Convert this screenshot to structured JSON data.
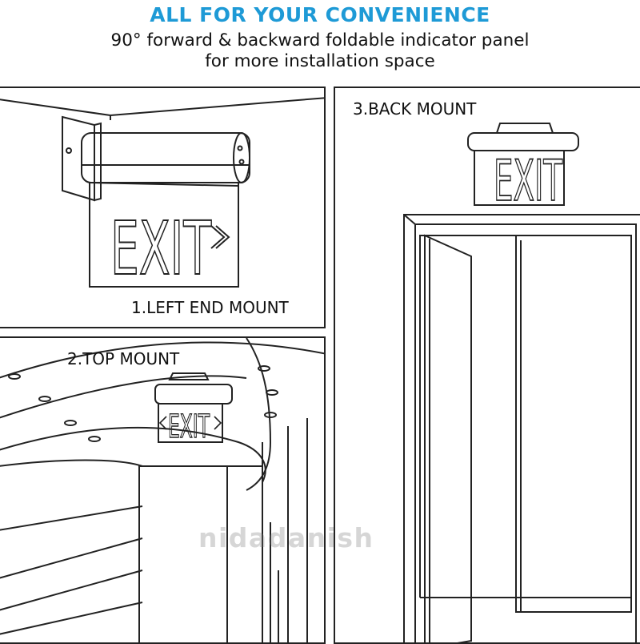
{
  "header": {
    "title": "ALL FOR YOUR CONVENIENCE",
    "subtitle_line1": "90° forward & backward foldable indicator panel",
    "subtitle_line2": "for more installation space"
  },
  "panels": {
    "left_end": {
      "label": "1.LEFT END MOUNT",
      "sign_text": "EXIT",
      "arrow": "right"
    },
    "top": {
      "label": "2.TOP MOUNT",
      "sign_text": "EXIT",
      "arrow": "both"
    },
    "back": {
      "label": "3.BACK MOUNT",
      "sign_text": "EXIT",
      "arrow": "none"
    }
  },
  "watermark": "nidadanish",
  "colors": {
    "accent": "#1e9ad6",
    "line": "#222222"
  }
}
